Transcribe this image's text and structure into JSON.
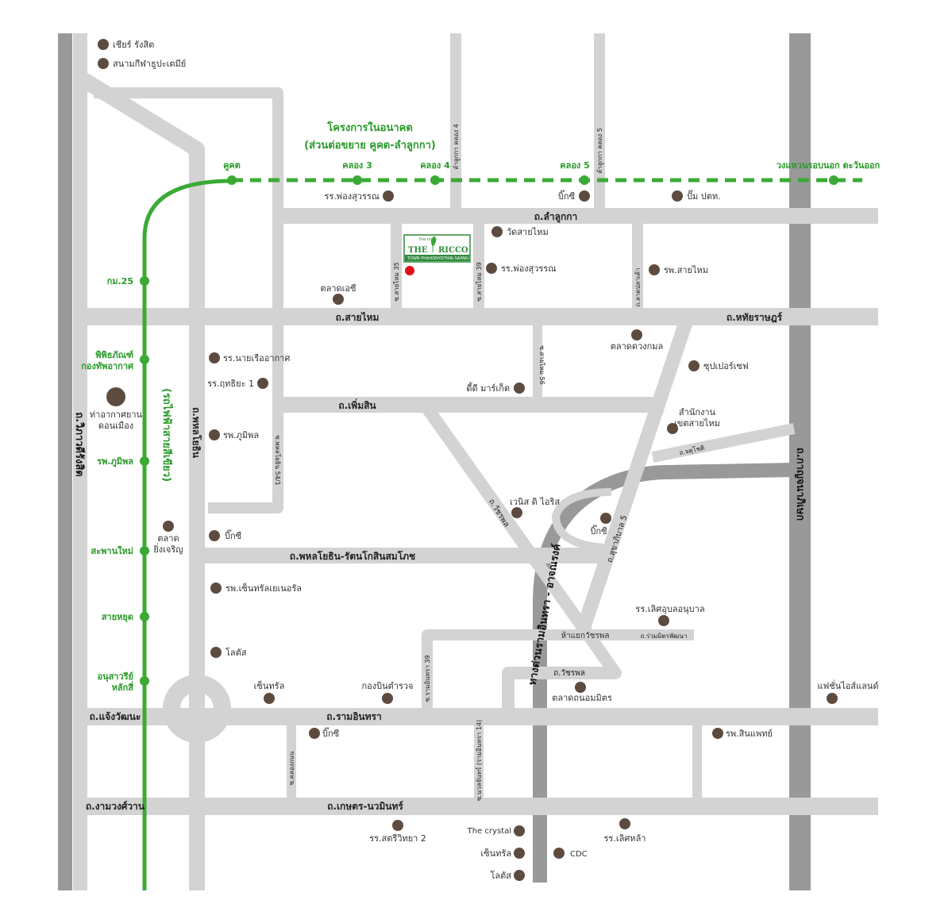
{
  "colors": {
    "road": "#d3d3d3",
    "highway": "#999999",
    "rail": "#3aaa35",
    "future_rail": "#3aaa35",
    "poi": "#5e4b40",
    "marker": "#e0101a"
  },
  "future_line": {
    "title_1": "โครงการในอนาคต",
    "title_2": "(ส่วนต่อขยาย คูคต-ลำลูกกา)",
    "stations": [
      "คูคต",
      "คลอง 3",
      "คลอง 4",
      "คลอง 5",
      "วงแหวนรอบนอก ตะวันออก"
    ]
  },
  "rail": {
    "name": "(รถไฟฟ้าสายสีเขียว)",
    "stations": [
      "กม.25",
      "พิพิธภัณฑ์\nกองทัพอากาศ",
      "รพ.ภูมิพล",
      "สะพานใหม่",
      "สายหยุด",
      "อนุสาวรีย์\nหลักสี่"
    ]
  },
  "highways": {
    "left": "ถ.วิภาวดีรังสิต",
    "right": "ถ.กาญจนาภิเษก",
    "expressway": "ทางด่วนรามอินทรา - อาจณรงค์"
  },
  "roads": {
    "lam_luk_ka": "ถ.ลำลูกกา",
    "sai_mai": "ถ.สายไหม",
    "hathairat": "ถ.หทัยราษฎร์",
    "phoem_sin": "ถ.เพิ่มสิน",
    "phahon_yothin": "ถ.พหลโยธิน",
    "phahon_ratan": "ถ.พหลโยธิน-รัตนโกสินสมโภช",
    "ram_inthra": "ถ.รามอินทรา",
    "chaeng_watthana": "ถ.แจ้งวัฒนะ",
    "ngam_wong_wan": "ถ.งามวงศ์วาน",
    "kaset_nawamin": "ถ.เกษตร-นวมินทร์",
    "watcharaphon": "ถ.วัชรพล",
    "watcharaphon_2": "ถ.วัชรพล",
    "sukhaphiban_5": "ถ.สุขาภิบาล 5",
    "chatuchot": "ถ.จตุโชติ",
    "ruam_mit": "ถ.ร่วมมิตรพัฒนา",
    "soi_lamlukka_4": "ลำลูกกา คลอง 4",
    "soi_lamlukka_5": "ลำลูกกา คลอง 5",
    "soi_saimai_35": "ซ.สายไหม 35",
    "soi_saimai_39": "ซ.สายไหม 39",
    "soi_saimai_56": "ซ.สายไหม 56",
    "soi_phahon_54": "ซ.พหลโยธิน 54/1",
    "soi_ram_39": "ซ.รามอินทรา 39",
    "soi_ram_14": "ซ.นวลจันทร์ (รามอินทรา 14)",
    "soi_lat_pla": "ถ.ลาดปลาเค้า",
    "soi_khlong": "ซ.คลองถนน"
  },
  "pois": {
    "cheer": "เชียร์ รังสิต",
    "stadium": "สนามกีฬาธูปะเตมีย์",
    "phongsuwan_1": "รร.พ่องสุวรรณ",
    "bigc_1": "บิ๊กซี",
    "pump": "ปั๊ม ปตท.",
    "wat_saimai": "วัดสายไหม",
    "phongsuwan_2": "รร.พ่องสุวรรณ",
    "hosp_saimai": "รพ.สายไหม",
    "market_ac": "ตลาดเอซี",
    "market_duangkamon": "ตลาดดวงกมล",
    "super_safe": "ซุปเปอร์เซฟ",
    "navy_school": "รร.นายเรืออากาศ",
    "kuttharisa": "รร.ฤทธิยะ 1",
    "dd_market": "ดี้ดี มาร์เก็ต",
    "airport": "ท่าอากาศยาน\nดอนเมือง",
    "district_office": "สำนักงาน\nเขตสายไหม",
    "bhumibol": "รพ.ภูมิพล",
    "venice": "เวนิส ดิ ไอริส",
    "market_yingcharoen": "ตลาด\nยิ่งเจริญ",
    "bigc_2": "บิ๊กซี",
    "bigc_3": "บิ๊กซี",
    "central_general": "รพ.เซ็นทรัลเยเนอรัล",
    "kindergarten": "รร.เลิศอุบลอนุบาล",
    "intersection": "ห้าแยกวัชรพล",
    "lotus_1": "โลตัส",
    "central_1": "เซ็นทรัล",
    "police_division": "กองบินตำรวจ",
    "market_thanon": "ตลาดถนอมมิตร",
    "fashion_island": "แฟชั่นไอส์แลนด์",
    "bigc_4": "บิ๊กซี",
    "hosp_sinphaet": "รพ.สินแพทย์",
    "satri_school": "รร.สตรีวิทยา 2",
    "the_crystal": "The crystal",
    "central_2": "เซ็นทรัล",
    "cdc": "CDC",
    "lotus_2": "โลตัส",
    "loetla": "รร.เลิศหล้า"
  },
  "logo": {
    "top": "the ricco",
    "brand_1": "THE",
    "brand_2": "RICCO",
    "sub": "TOWN  PHAHONYOTHIN-SAIMAI"
  }
}
